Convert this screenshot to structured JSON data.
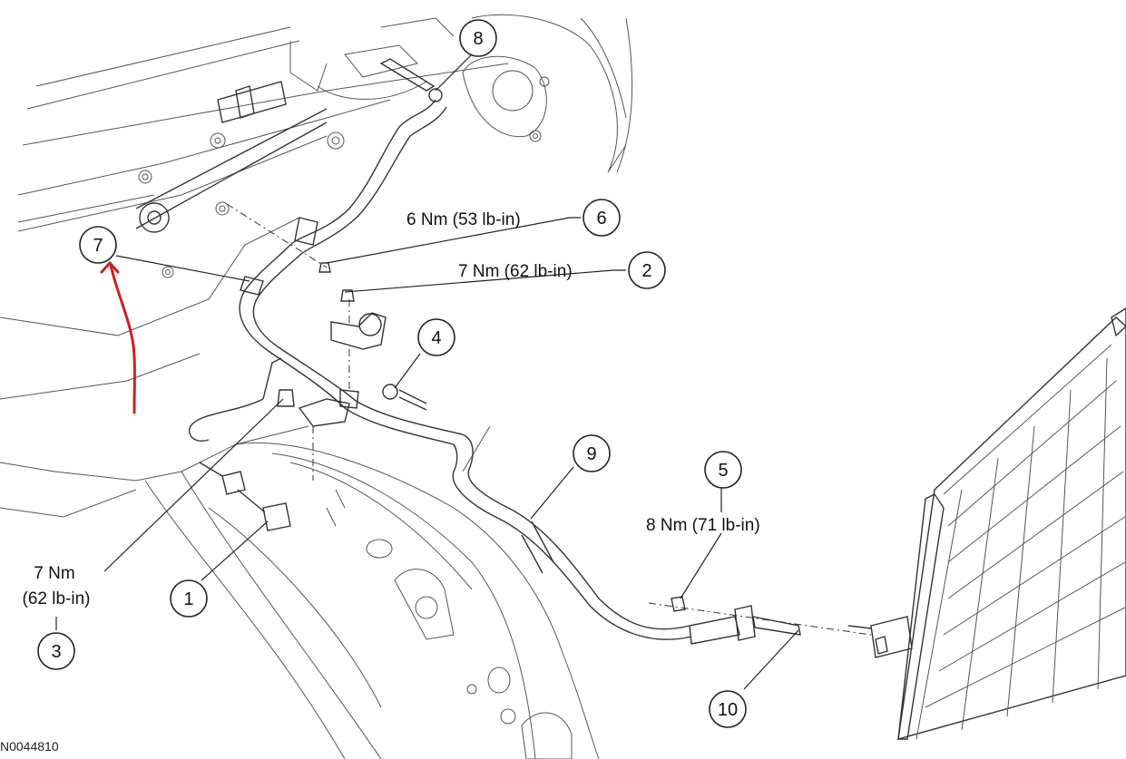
{
  "figure": {
    "reference_id": "N0044810",
    "annotation_color": "#cc2020"
  },
  "callouts": [
    {
      "id": "c1",
      "label": "1"
    },
    {
      "id": "c2",
      "label": "2"
    },
    {
      "id": "c3",
      "label": "3"
    },
    {
      "id": "c4",
      "label": "4"
    },
    {
      "id": "c5",
      "label": "5"
    },
    {
      "id": "c6",
      "label": "6"
    },
    {
      "id": "c7",
      "label": "7"
    },
    {
      "id": "c8",
      "label": "8"
    },
    {
      "id": "c9",
      "label": "9"
    },
    {
      "id": "c10",
      "label": "10"
    }
  ],
  "torque_specs": {
    "spec_6": "6 Nm (53 lb-in)",
    "spec_2": "7 Nm (62 lb-in)",
    "spec_5": "8 Nm (71 lb-in)",
    "spec_3_line1": "7 Nm",
    "spec_3_line2": "(62 lb-in)"
  }
}
